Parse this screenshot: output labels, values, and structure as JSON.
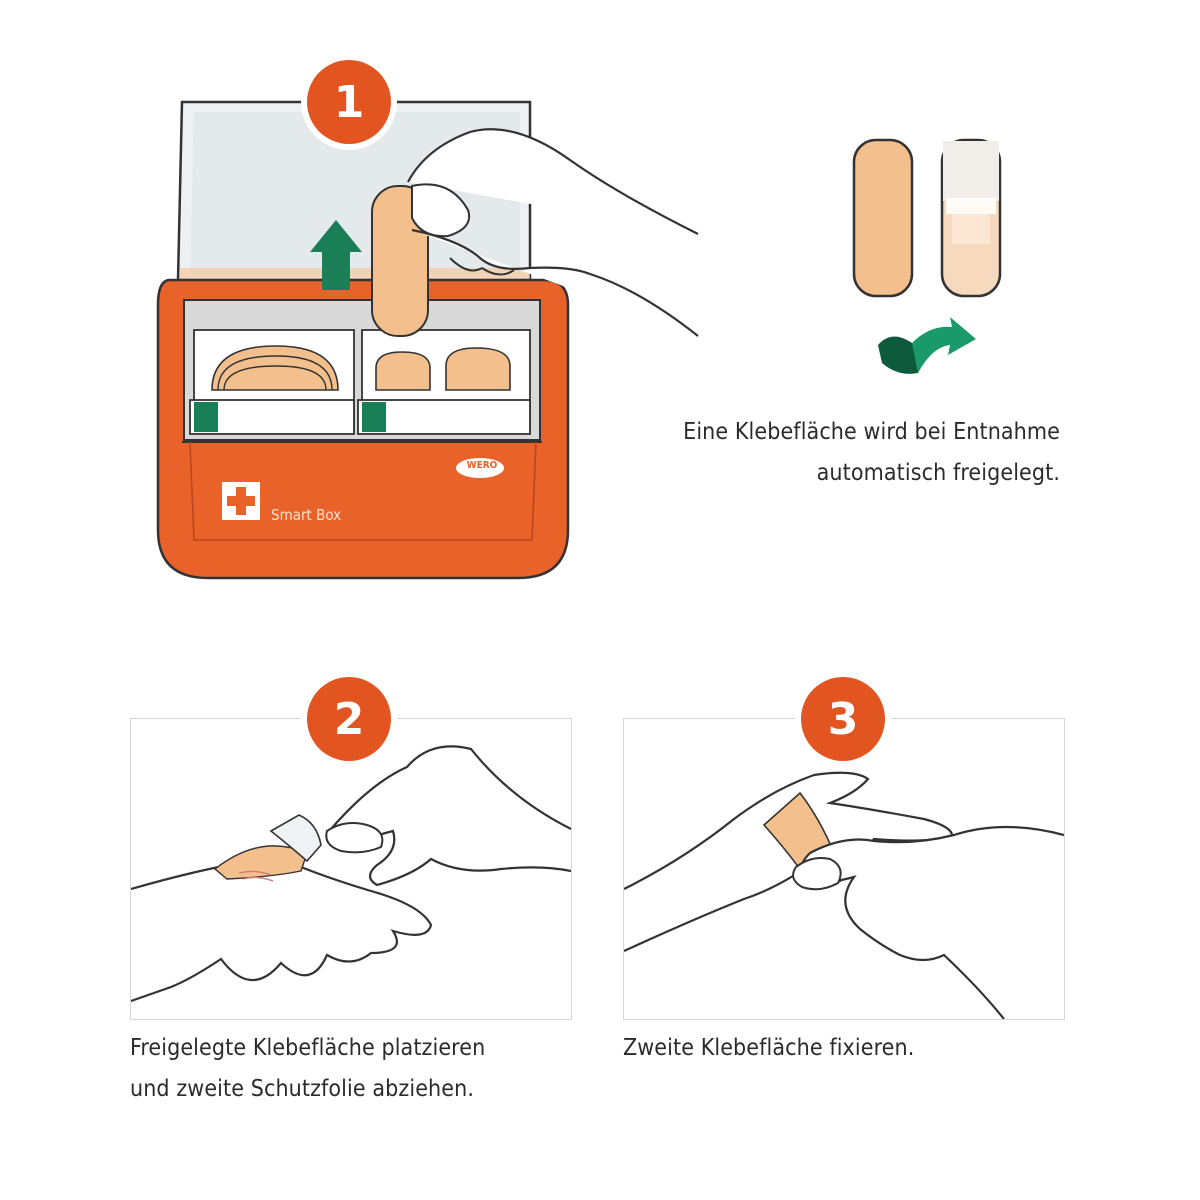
{
  "step1": {
    "number": "1",
    "caption_line1": "Eine Klebefläche wird bei Entnahme",
    "caption_line2": "automatisch freigelegt.",
    "box_label": "Smart Box",
    "brand": "WERO",
    "icons": [
      "open-box-illustration",
      "plaster-front-icon",
      "plaster-back-icon",
      "peel-arrow-icon",
      "up-arrow-icon"
    ]
  },
  "step2": {
    "number": "2",
    "caption_line1": "Freigelegte Klebefläche platzieren",
    "caption_line2": "und zweite Schutzfolie abziehen.",
    "icons": [
      "hands-placing-plaster-illustration"
    ]
  },
  "step3": {
    "number": "3",
    "caption_line1": "Zweite Klebefläche fixieren.",
    "icons": [
      "hands-fixing-plaster-illustration"
    ]
  },
  "colors": {
    "accent_orange": "#e25520",
    "box_orange": "#e8622a",
    "green": "#1a7f57",
    "plaster": "#f3c08d",
    "text": "#2b2b2b",
    "panel_border": "#d6d6d6"
  }
}
